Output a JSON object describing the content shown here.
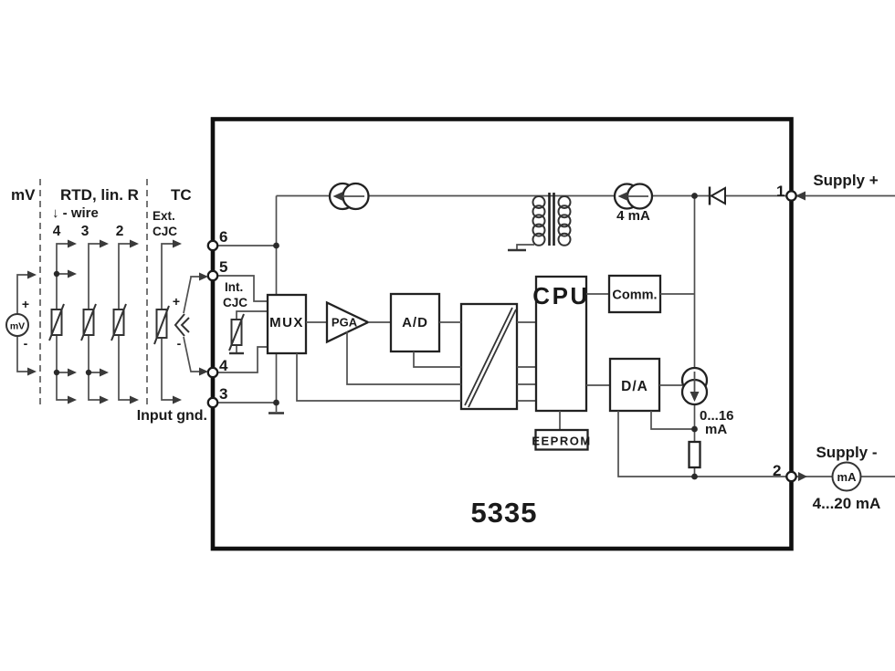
{
  "model_number": "5335",
  "sections": {
    "mv": {
      "label": "mV",
      "plus": "+",
      "minus": "-",
      "source": "mV"
    },
    "rtd": {
      "label": "RTD, lin. R",
      "wire": "↓ - wire",
      "counts": [
        "4",
        "3",
        "2"
      ]
    },
    "tc": {
      "label": "TC",
      "ext1": "Ext.",
      "ext2": "CJC",
      "plus": "+",
      "minus": "-"
    },
    "int_cjc1": "Int.",
    "int_cjc2": "CJC",
    "input_gnd": "Input gnd."
  },
  "terminals": {
    "six": "6",
    "five": "5",
    "four": "4",
    "three": "3",
    "one": "1",
    "two": "2"
  },
  "blocks": {
    "mux": "MUX",
    "pga": "PGA",
    "adc": "A/D",
    "cpu": "CPU",
    "comm": "Comm.",
    "dac": "D/A",
    "eeprom": "EEPROM"
  },
  "labels": {
    "iso_4ma": "4 mA",
    "out_range": "0...16",
    "out_range_unit": "mA",
    "supply_plus": "Supply +",
    "supply_minus": "Supply -",
    "loop_range": "4...20 mA",
    "meter": "mA"
  },
  "colors": {
    "wire": "#4f4f4f",
    "block_stroke": "#222222",
    "text": "#1a1a1a",
    "border": "#101010"
  }
}
